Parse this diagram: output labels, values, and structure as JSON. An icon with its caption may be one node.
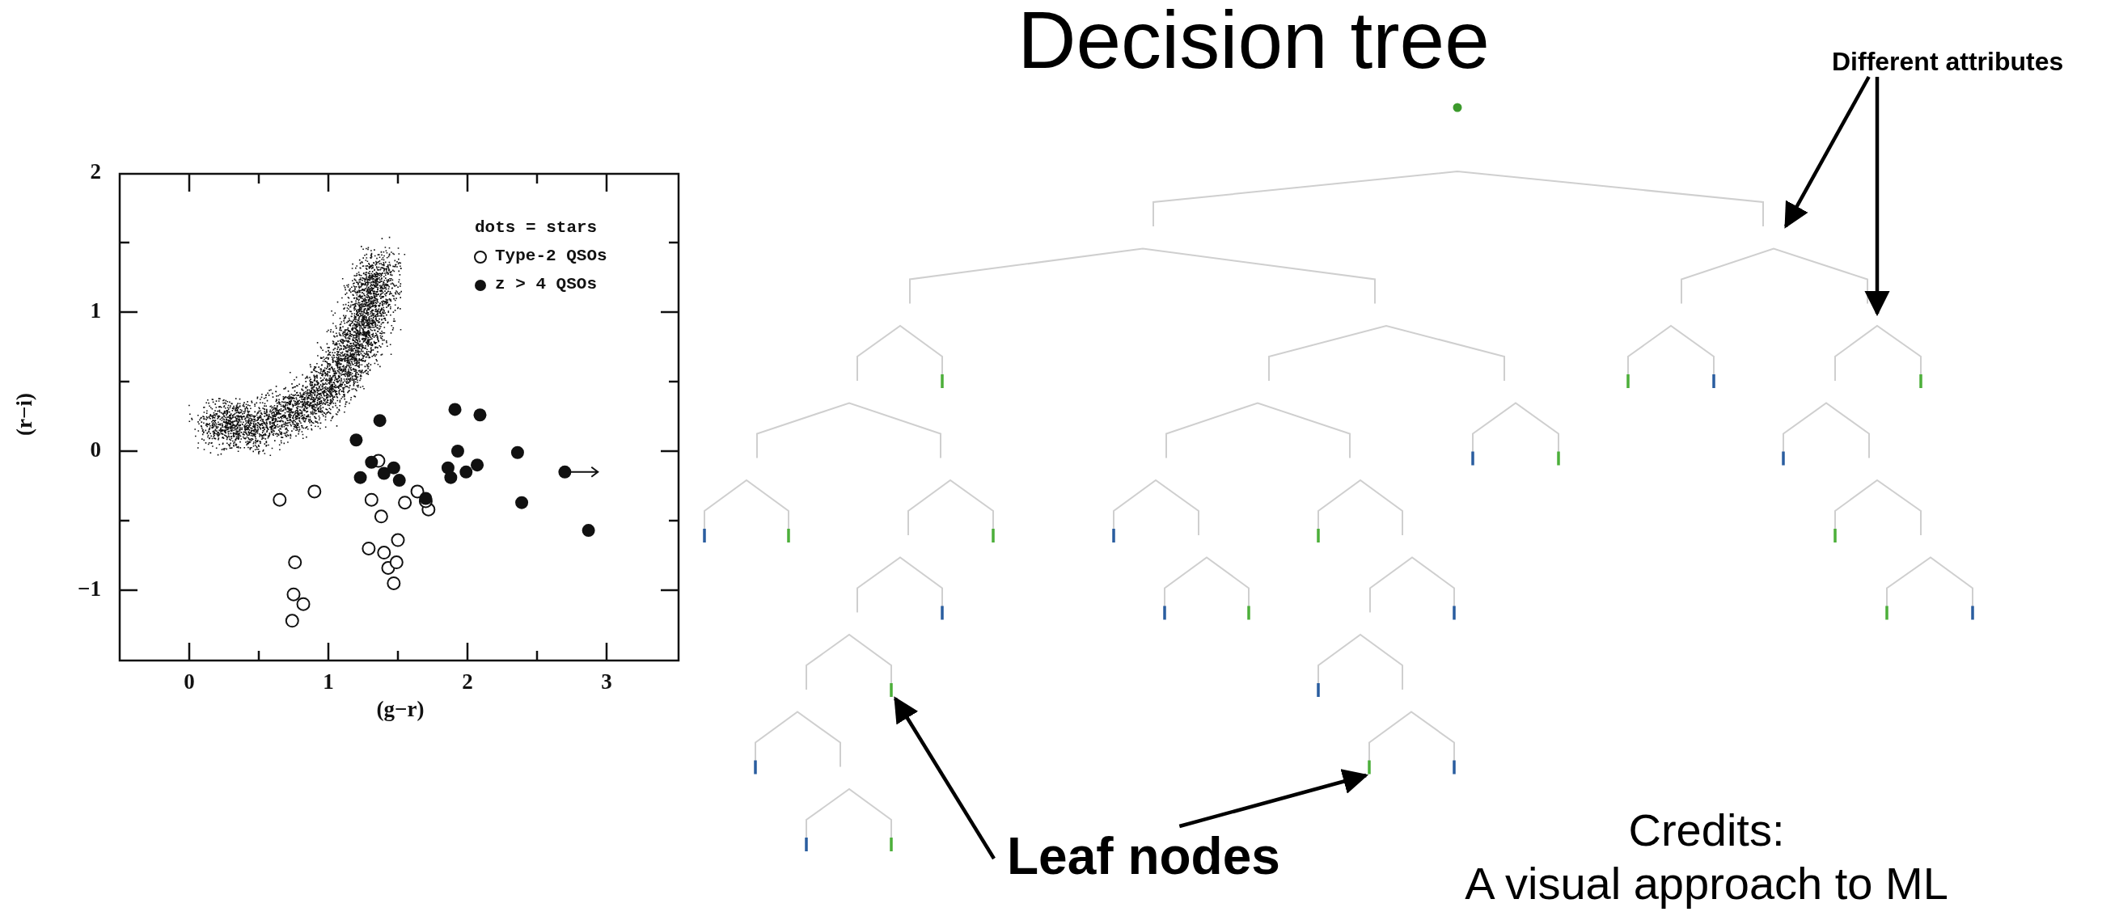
{
  "diagram": {
    "title": "Decision tree",
    "nodes": [
      {
        "text": [
          "Different attributes"
        ]
      },
      {
        "text": [
          "Leaf nodes"
        ]
      }
    ],
    "edges": [
      {
        "from": 0,
        "to": null,
        "arrow": "to"
      },
      {
        "from": 0,
        "to": null,
        "arrow": "to"
      },
      {
        "from": 1,
        "to": null,
        "arrow": "to"
      },
      {
        "from": 1,
        "to": null,
        "arrow": "to"
      }
    ],
    "labels": [
      "2",
      "1",
      "0",
      "−1",
      "0",
      "1",
      "2",
      "3",
      "(g−r)",
      "(r−i)",
      "Credits:",
      "A visual approach to ML"
    ],
    "legend": [
      {
        "text": "dots = stars"
      },
      {
        "text": "Type-2 QSOs"
      },
      {
        "text": "z > 4 QSOs"
      }
    ]
  }
}
